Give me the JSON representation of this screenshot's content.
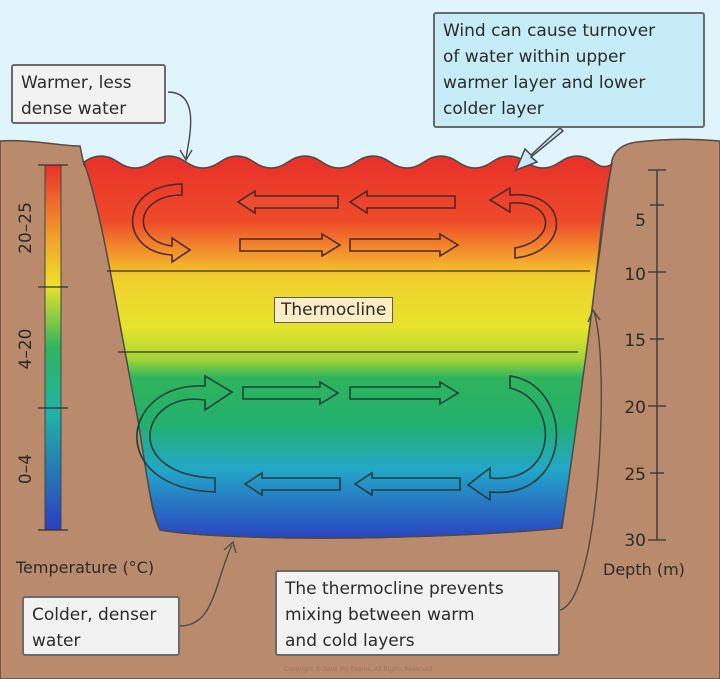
{
  "callouts": {
    "warmer": "Warmer, less\ndense water",
    "wind": "Wind can cause turnover\nof water within upper\nwarmer layer and lower\ncolder layer",
    "colder": "Colder, denser\nwater",
    "thermocline_note": "The thermocline prevents\nmixing between warm\nand cold layers"
  },
  "thermocline_label": "Thermocline",
  "temperature_scale": {
    "title": "Temperature (°C)",
    "ranges": [
      "20–25",
      "4–20",
      "0–4"
    ]
  },
  "depth_scale": {
    "title": "Depth (m)",
    "ticks": [
      "5",
      "10",
      "15",
      "20",
      "25",
      "30"
    ]
  },
  "copyright": "Copyright © Save My Exams. All Rights Reserved",
  "colors": {
    "sky": "#dff4fb",
    "ground": "#b98b6c",
    "warm": "#e8302a",
    "thermocline": "#f2e02a",
    "cold_mid": "#1fb06a",
    "cold_deep": "#2c4fc4"
  }
}
